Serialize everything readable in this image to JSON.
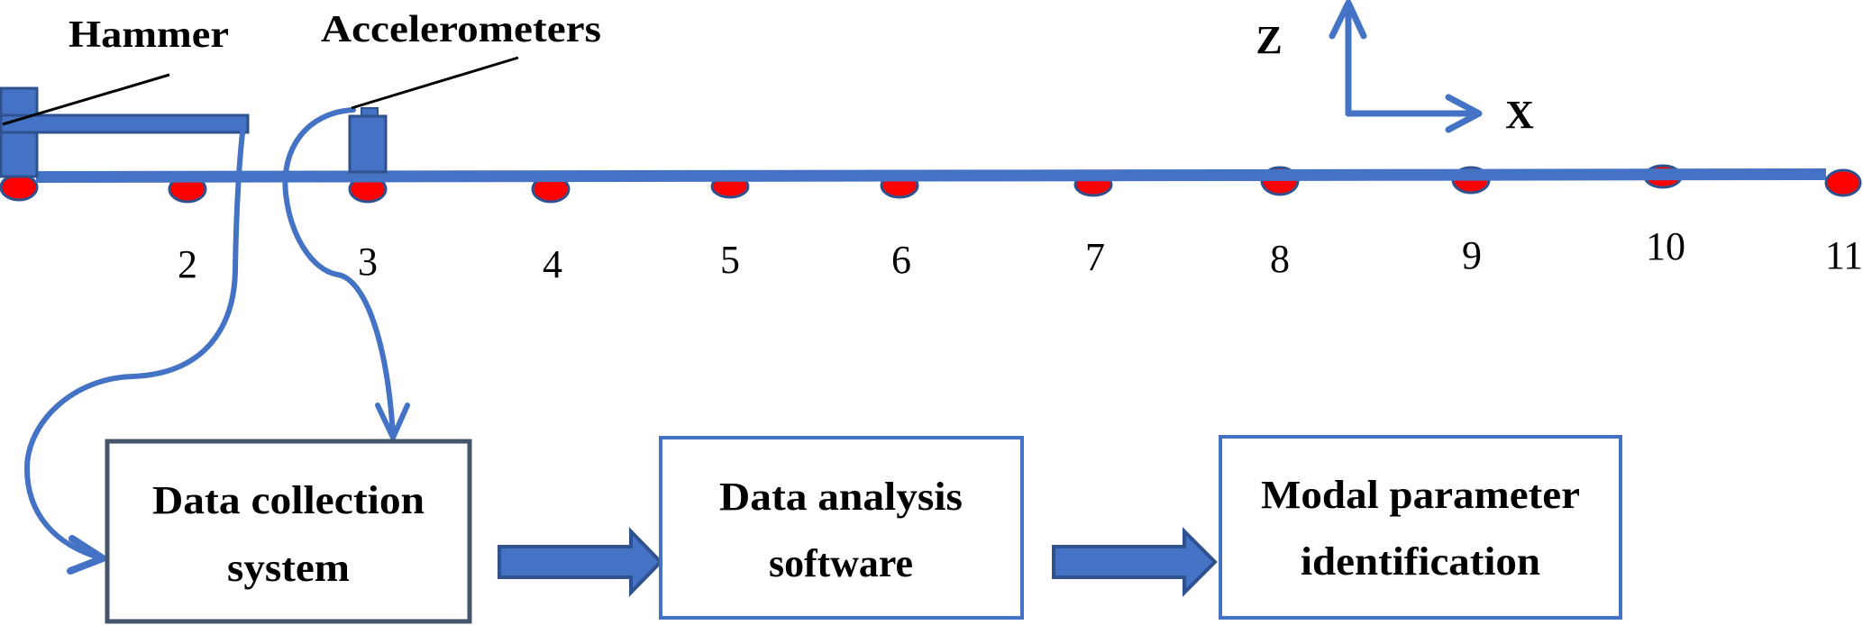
{
  "labels": {
    "hammer": "Hammer",
    "accelerometers": "Accelerometers",
    "axis_z": "Z",
    "axis_x": "X"
  },
  "nodes": [
    "2",
    "3",
    "4",
    "5",
    "6",
    "7",
    "8",
    "9",
    "10",
    "11"
  ],
  "boxes": {
    "collection": {
      "line1": "Data collection",
      "line2": "system"
    },
    "analysis": {
      "line1": "Data analysis",
      "line2": "software"
    },
    "modal": {
      "line1": "Modal parameter",
      "line2": "identification"
    }
  },
  "colors": {
    "blue": "#4472c4",
    "blue_dark": "#2f528f",
    "red": "#ff0000",
    "box1_border": "#44546a"
  }
}
